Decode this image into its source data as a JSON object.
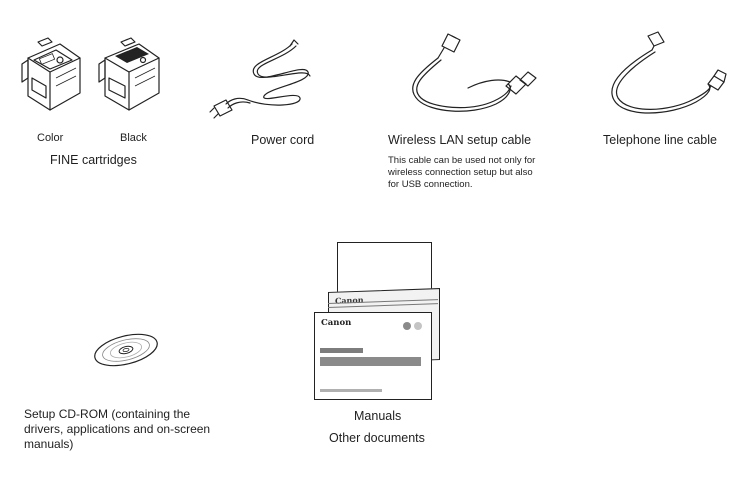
{
  "items": {
    "cartridges": {
      "color_label": "Color",
      "black_label": "Black",
      "name": "FINE cartridges"
    },
    "power_cord": {
      "name": "Power cord"
    },
    "lan_cable": {
      "name": "Wireless LAN setup cable",
      "note_lines": [
        "This cable can be used not only for",
        "wireless connection setup but also",
        "for USB connection."
      ]
    },
    "telephone_cable": {
      "name": "Telephone line cable"
    },
    "cd_rom": {
      "caption_lines": [
        "Setup CD-ROM (containing the",
        "drivers, applications and on-screen",
        "manuals)"
      ]
    },
    "manuals": {
      "brand": "Canon",
      "name": "Manuals",
      "sub_name": "Other documents"
    }
  }
}
